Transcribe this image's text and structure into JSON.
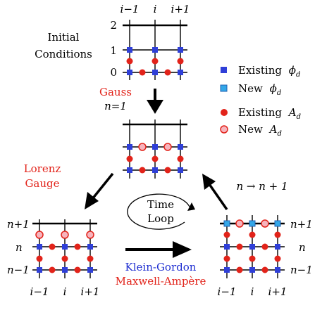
{
  "colors": {
    "existing_phi": "#2f3fd8",
    "new_phi": "#33a7e8",
    "existing_A": "#e2231a",
    "new_A": "#f6b4bd",
    "red_text": "#e2231a",
    "blue_text": "#1f2fd1"
  },
  "top_grid": {
    "col_labels": [
      "i−1",
      "i",
      "i+1"
    ],
    "row_labels": [
      "2",
      "1",
      "0"
    ]
  },
  "initial_conditions": [
    "Initial",
    "Conditions"
  ],
  "gauss": {
    "label": "Gauss",
    "n_eq": "n=1"
  },
  "lorenz": [
    "Lorenz",
    "Gauge"
  ],
  "time_loop": [
    "Time",
    "Loop"
  ],
  "n_update": "n → n + 1",
  "kg_label": "Klein-Gordon",
  "ma_label": "Maxwell-Ampère",
  "left_grid": {
    "row_labels": [
      "n+1",
      "n",
      "n−1"
    ],
    "col_labels": [
      "i−1",
      "i",
      "i+1"
    ]
  },
  "right_grid": {
    "row_labels": [
      "n+1",
      "n",
      "n−1"
    ],
    "col_labels": [
      "i−1",
      "i",
      "i+1"
    ]
  },
  "legend": [
    {
      "marker": "existing-phi",
      "text": "Existing",
      "symbol": "ϕ",
      "sub": "d"
    },
    {
      "marker": "new-phi",
      "text": "New",
      "symbol": "ϕ",
      "sub": "d"
    },
    {
      "marker": "existing-A",
      "text": "Existing",
      "symbol": "A",
      "sub": "d"
    },
    {
      "marker": "new-A",
      "text": "New",
      "symbol": "A",
      "sub": "d"
    }
  ]
}
